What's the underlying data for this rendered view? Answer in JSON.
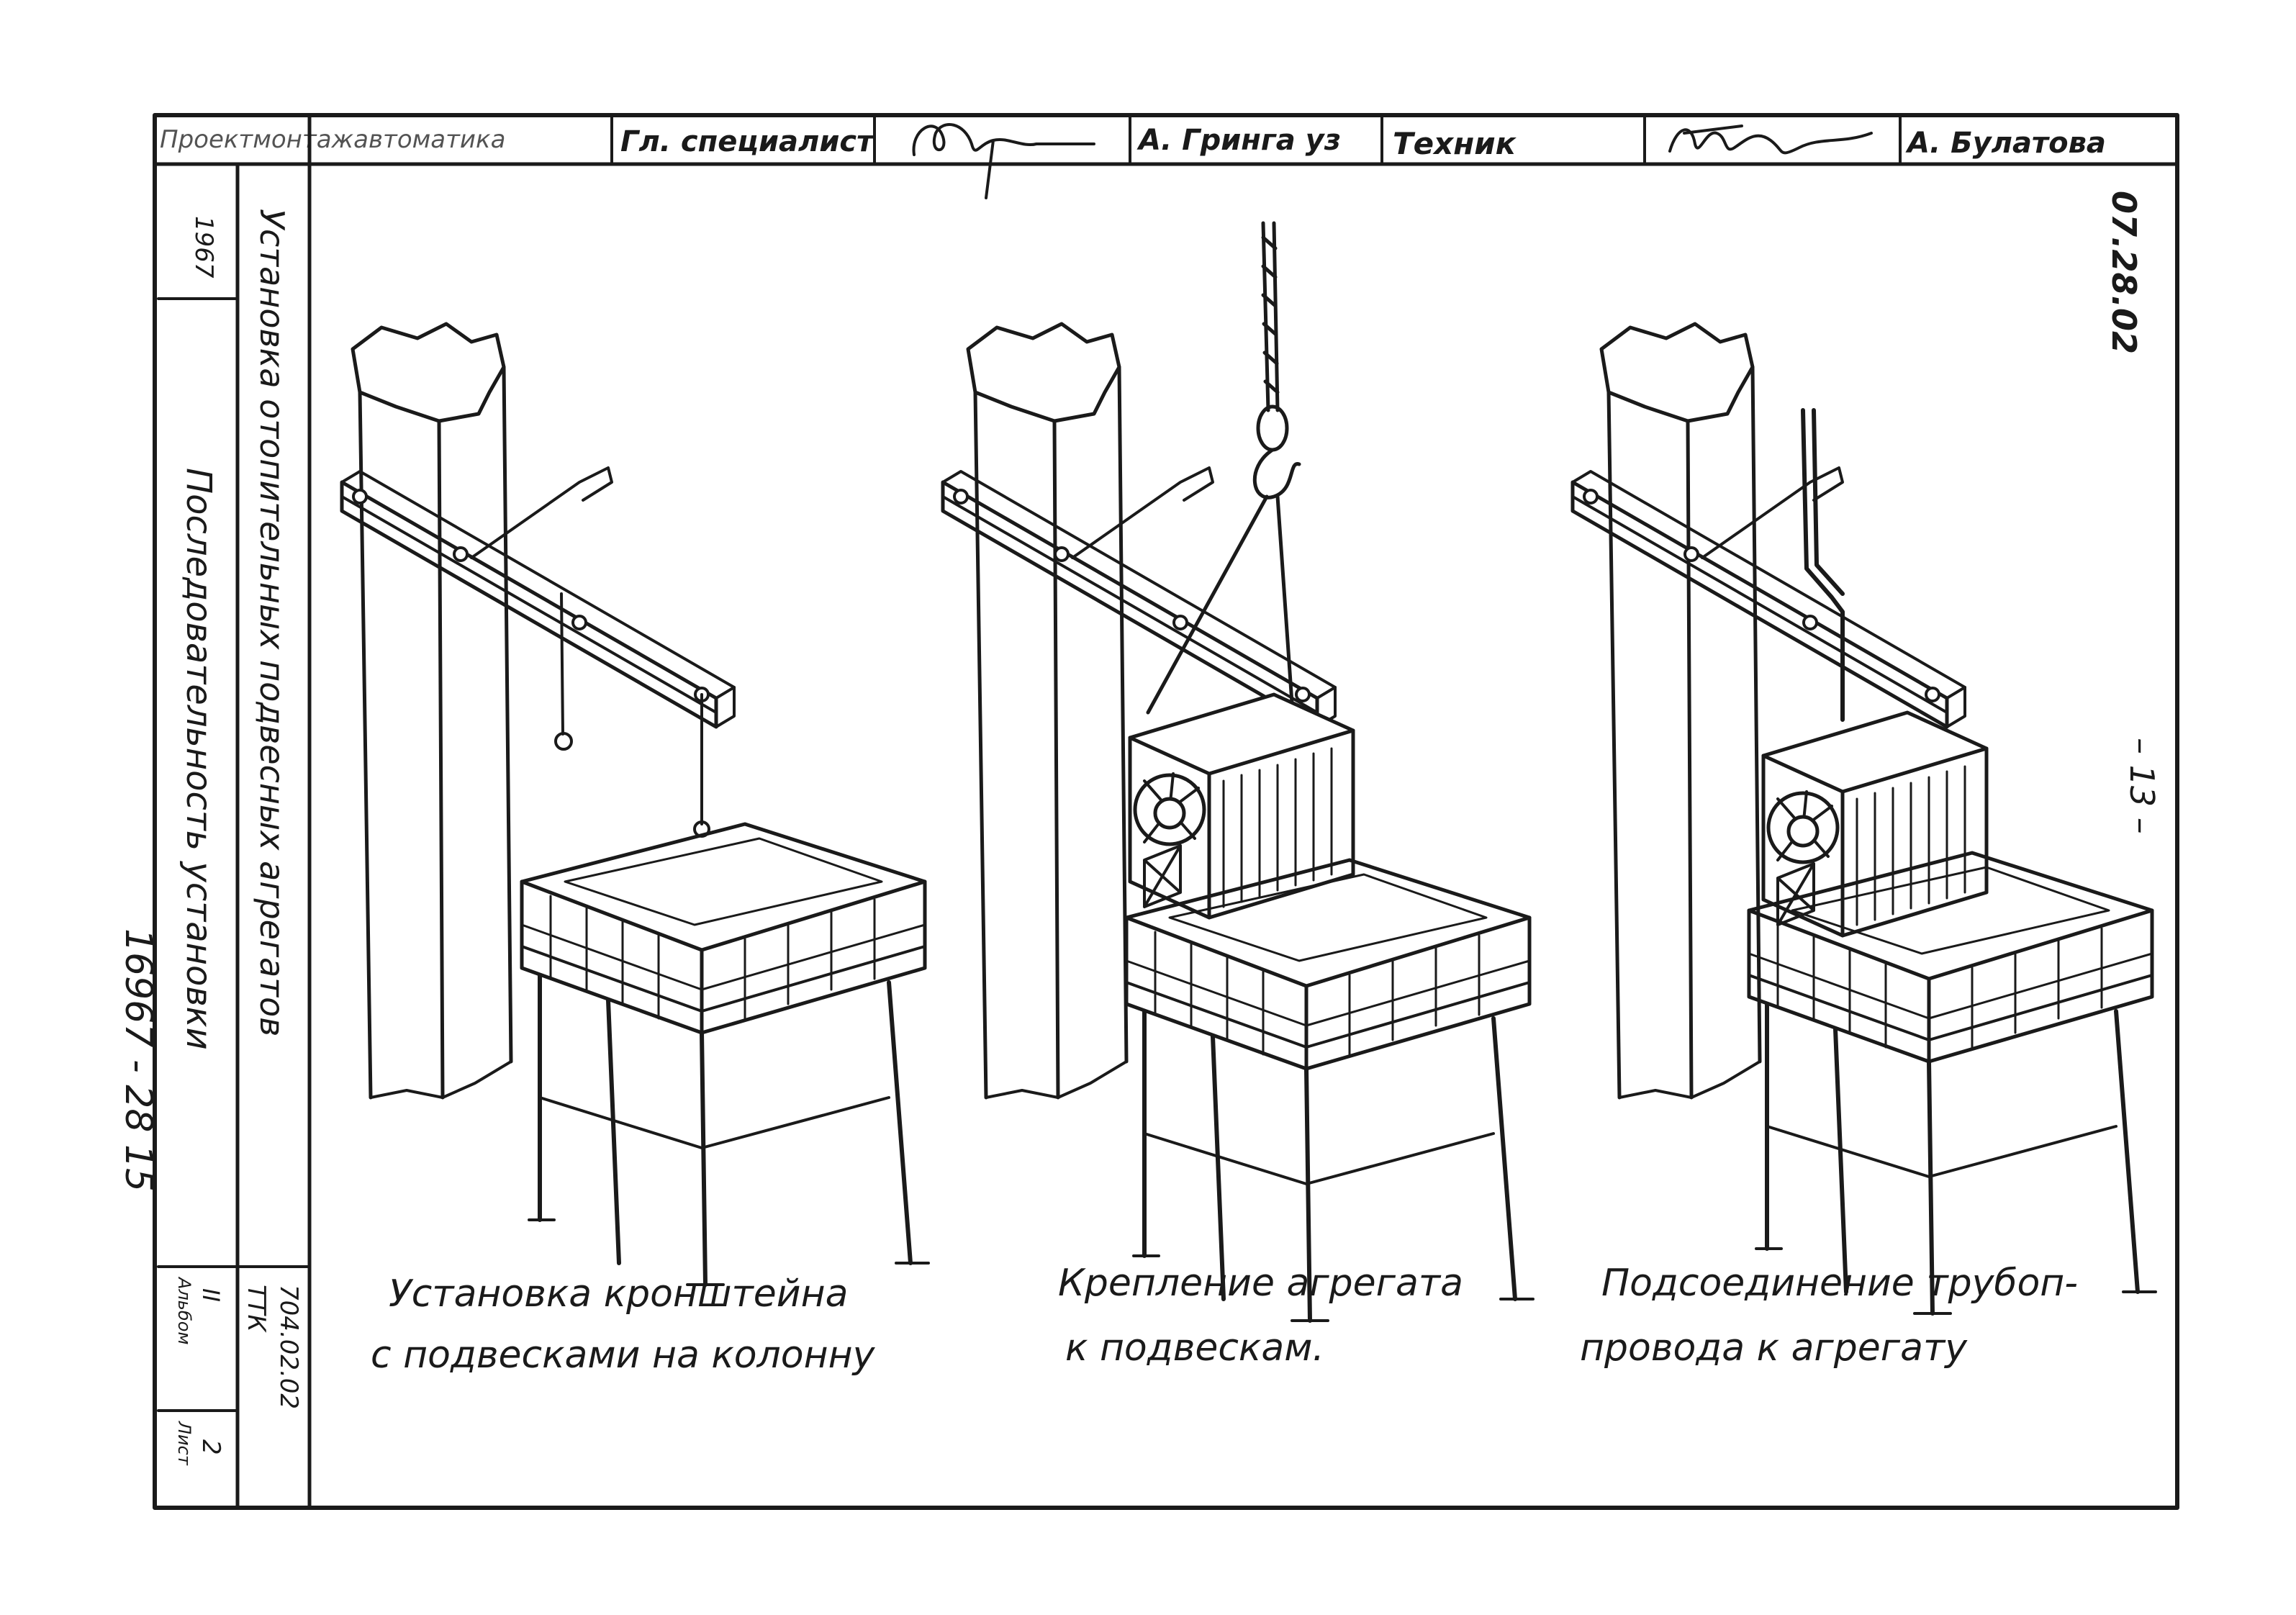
{
  "title_block": {
    "org_stamp": "Проектмонтажавтоматика",
    "role_1": "Гл. специалист",
    "name_1": "А. Гринга уз",
    "role_2": "Техник",
    "name_2": "А. Булатова",
    "doc_number": "07.28.02",
    "page_marker": "– 13 –"
  },
  "side_block": {
    "year": "1967",
    "title": "Установка отопительных подвесных агрегатов",
    "subtitle": "Последовательность установки",
    "ttk_label": "ТТК",
    "ttk_code": "704.02.02",
    "album_label": "Альбом",
    "album_value": "II",
    "sheet_label": "Лист",
    "sheet_value": "2",
    "archive_number": "16967 - 28    15"
  },
  "steps": [
    {
      "caption_line1": "Установка кронштейна",
      "caption_line2": "с подвесками на колонну"
    },
    {
      "caption_line1": "Крепление агрегата",
      "caption_line2": "к подвескам."
    },
    {
      "caption_line1": "Подсоединение трубоп-",
      "caption_line2": "провода к агрегату"
    }
  ]
}
